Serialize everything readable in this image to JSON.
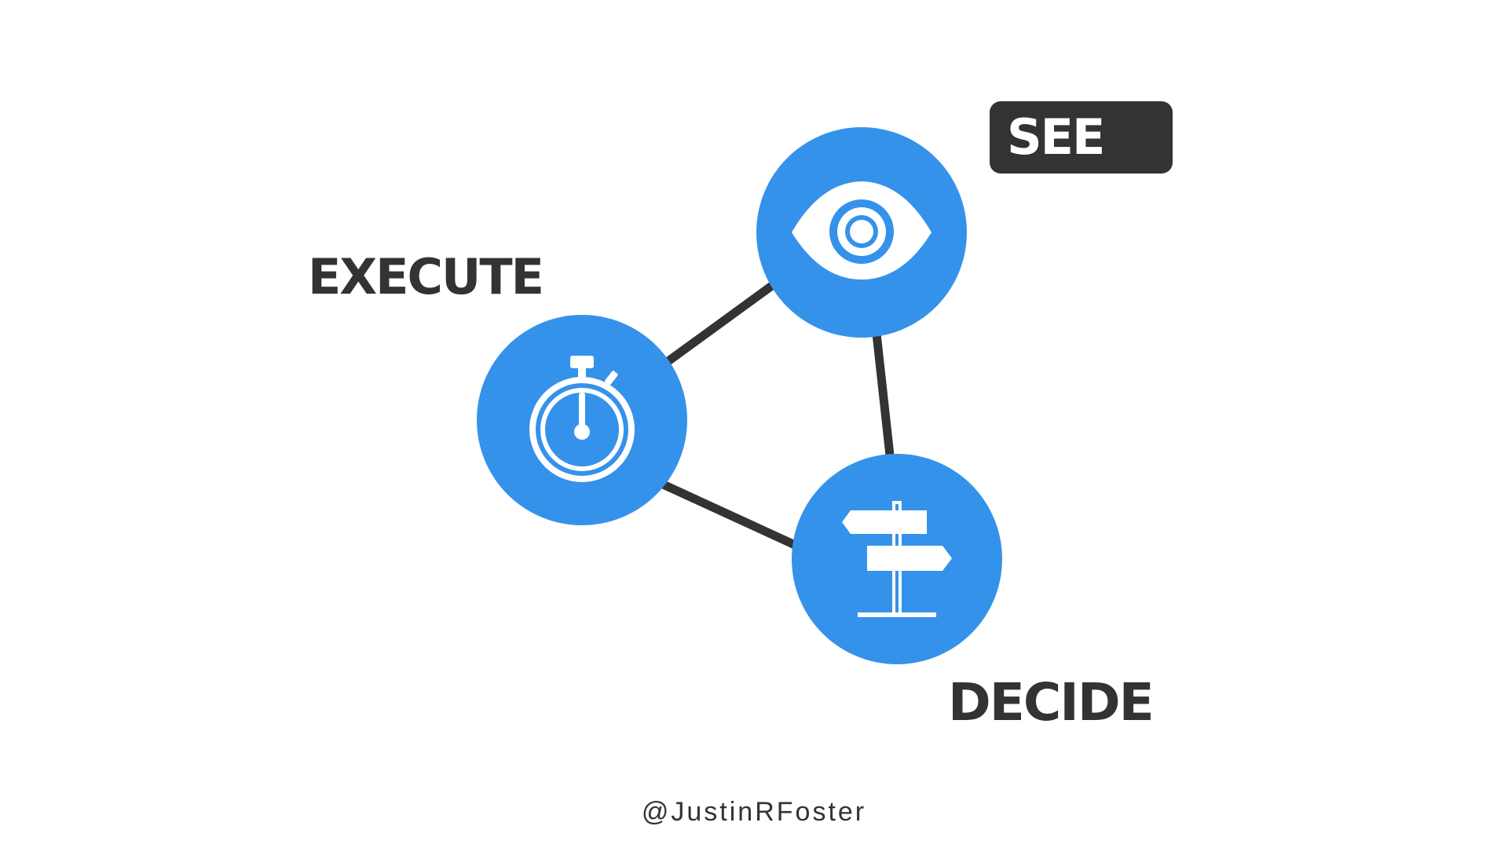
{
  "labels": {
    "see": "SEE",
    "execute": "EXECUTE",
    "decide": "DECIDE"
  },
  "footer": {
    "handle": "@JustinRFoster"
  },
  "nodes": [
    {
      "id": "see",
      "icon": "eye-icon"
    },
    {
      "id": "execute",
      "icon": "stopwatch-icon"
    },
    {
      "id": "decide",
      "icon": "signpost-icon"
    }
  ],
  "edges": [
    {
      "from": "execute",
      "to": "see"
    },
    {
      "from": "see",
      "to": "decide"
    },
    {
      "from": "execute",
      "to": "decide"
    }
  ],
  "colors": {
    "node_fill": "#3592EA",
    "edge": "#333333",
    "text": "#333333",
    "badge_bg": "#333333",
    "badge_text": "#ffffff",
    "background": "#ffffff"
  }
}
